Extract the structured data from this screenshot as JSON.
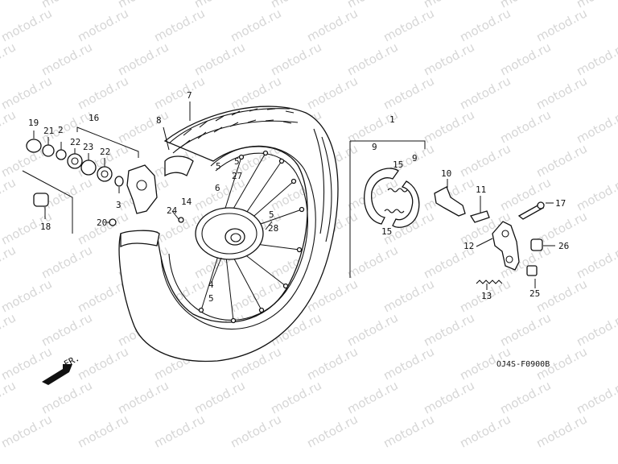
{
  "watermark": "motod.ru",
  "diagram_code": "OJ4S-F0900B",
  "direction_label": "FR.",
  "callouts": [
    "1",
    "2",
    "3",
    "4",
    "5",
    "5",
    "5",
    "5",
    "6",
    "7",
    "8",
    "9",
    "9",
    "10",
    "11",
    "12",
    "13",
    "14",
    "15",
    "15",
    "16",
    "17",
    "18",
    "19",
    "20",
    "21",
    "22",
    "22",
    "23",
    "24",
    "25",
    "26",
    "27",
    "28"
  ]
}
